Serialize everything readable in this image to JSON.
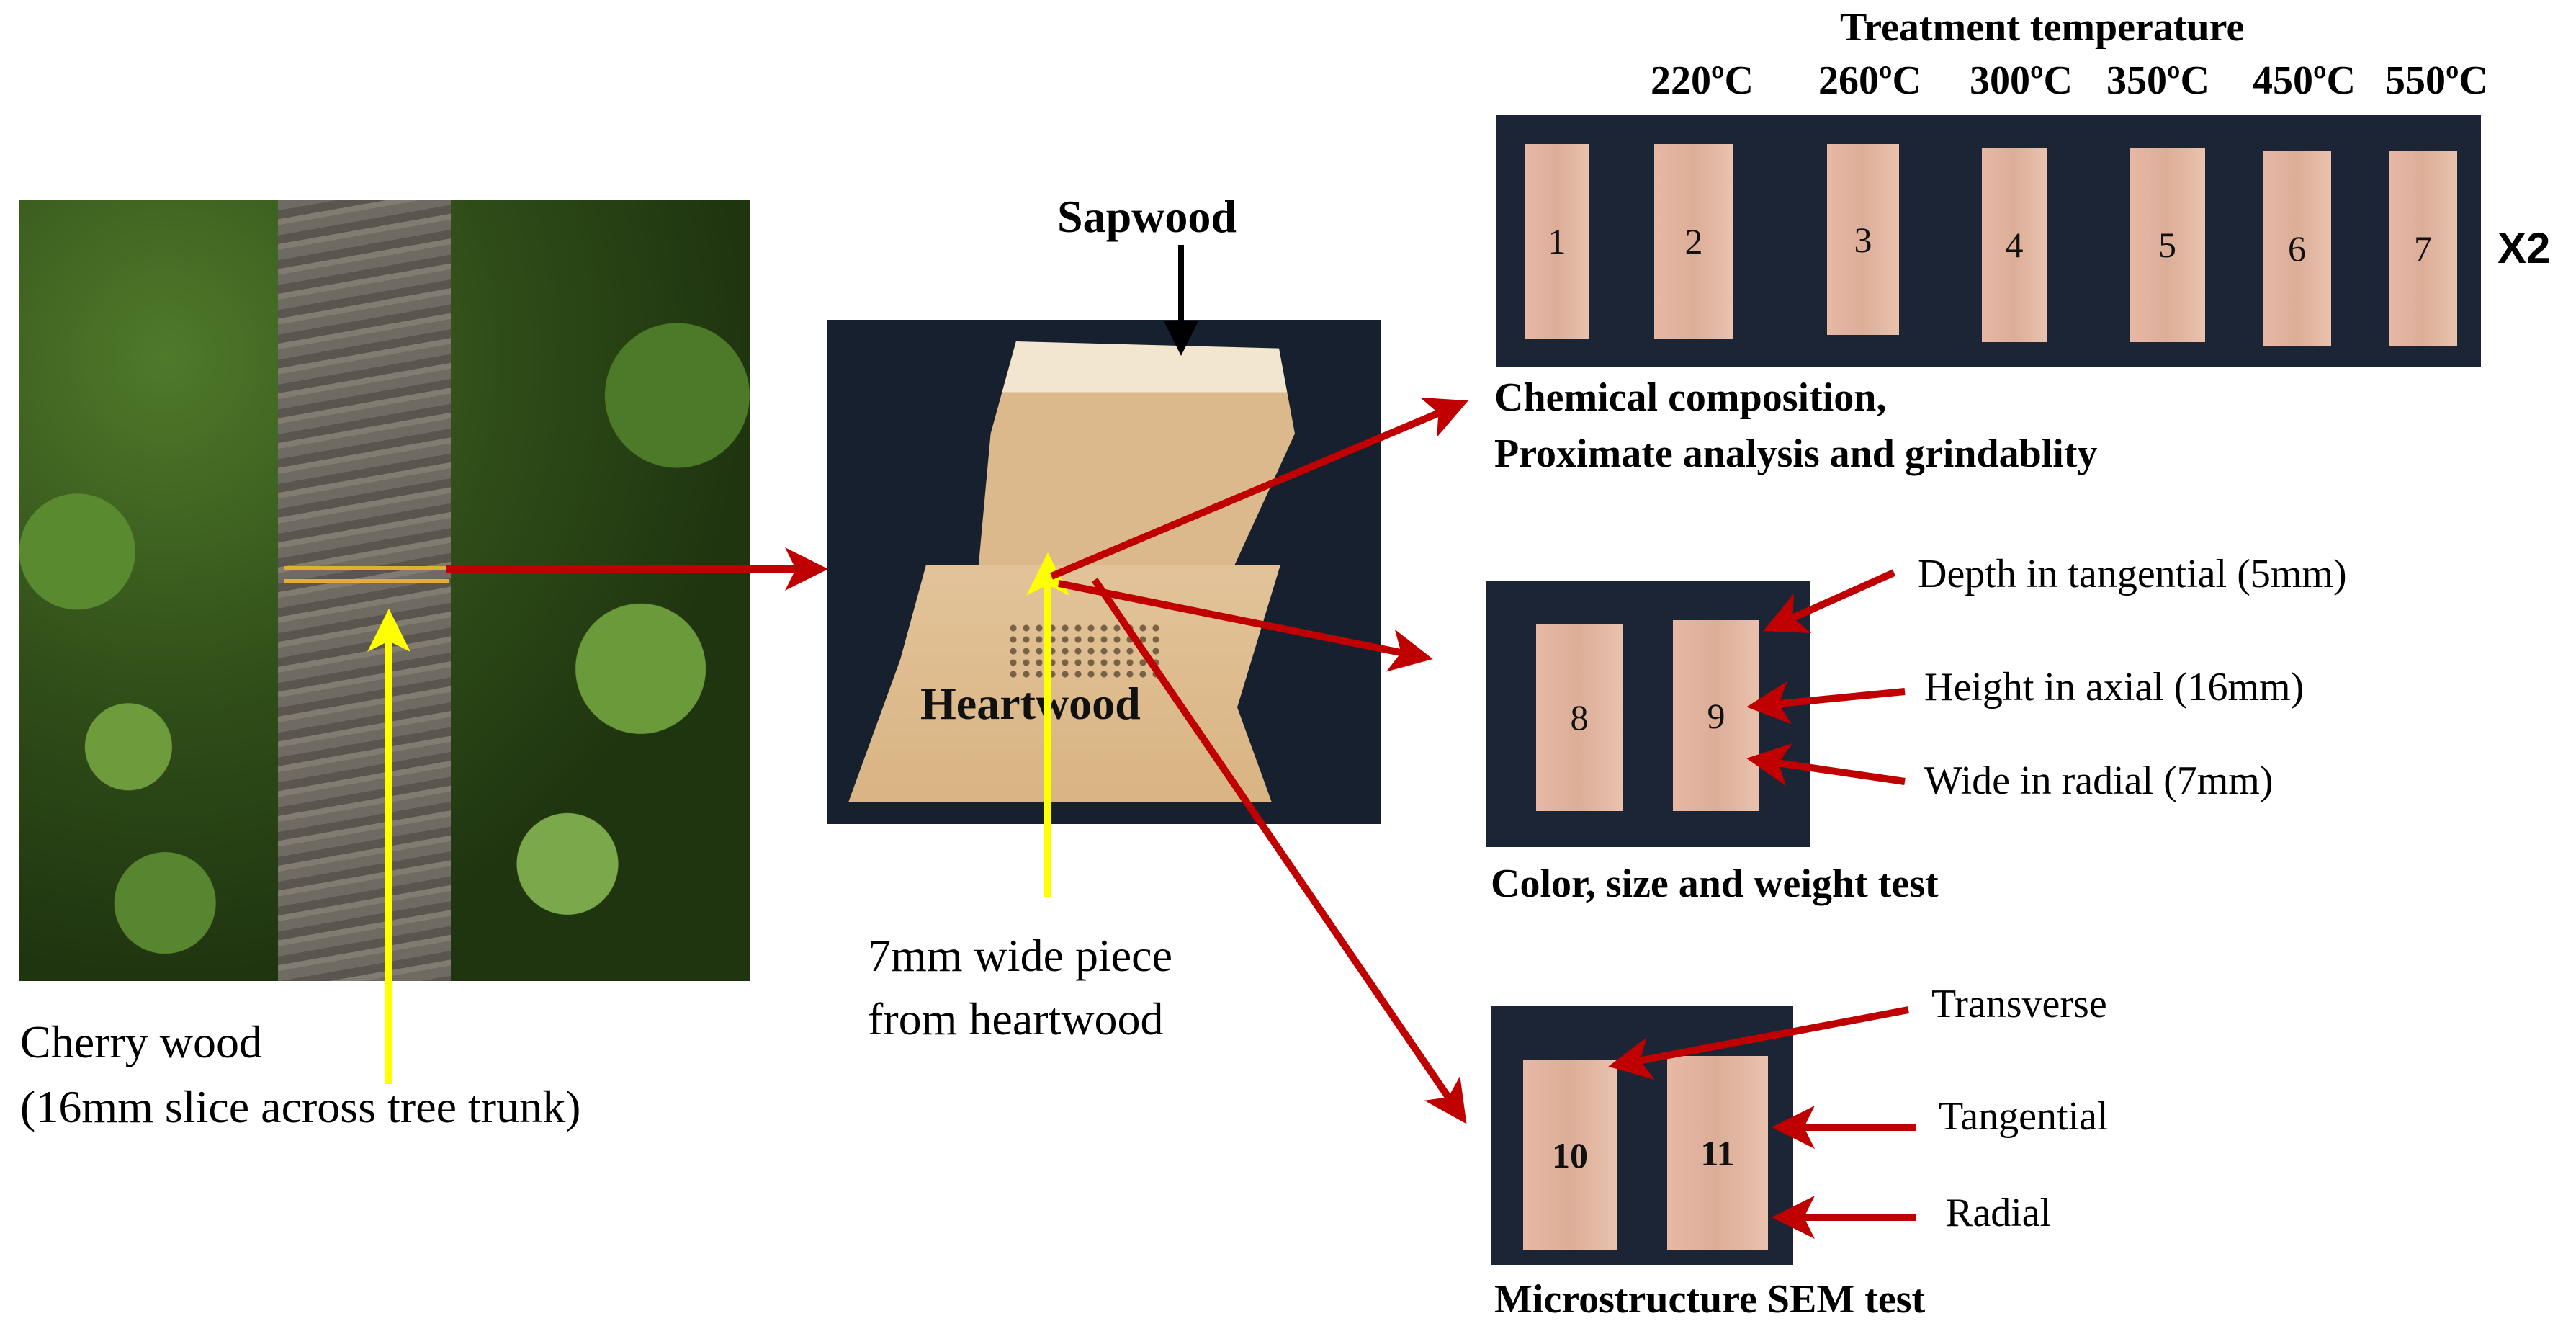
{
  "header": {
    "treatment_temperature": "Treatment temperature",
    "temps": [
      "220ºC",
      "260ºC",
      "300ºC",
      "350ºC",
      "450ºC",
      "550ºC"
    ]
  },
  "tree": {
    "caption_line1": "Cherry wood",
    "caption_line2": "(16mm slice across tree trunk)"
  },
  "wood": {
    "sapwood": "Sapwood",
    "heartwood": "Heartwood",
    "caption_line1": "7mm wide piece",
    "caption_line2": "from heartwood"
  },
  "row_samples": {
    "numbers": [
      "1",
      "2",
      "3",
      "4",
      "5",
      "6",
      "7"
    ],
    "multiplier": "X2",
    "caption_line1": "Chemical composition,",
    "caption_line2": "Proximate analysis and grindablity"
  },
  "size_samples": {
    "numbers": [
      "8",
      "9"
    ],
    "depth": "Depth in tangential (5mm)",
    "height": "Height in axial (16mm)",
    "wide": "Wide in radial (7mm)",
    "caption": "Color, size and weight test"
  },
  "sem_samples": {
    "numbers": [
      "10",
      "11"
    ],
    "transverse": "Transverse",
    "tangential": "Tangential",
    "radial": "Radial",
    "caption": "Microstructure SEM test"
  },
  "colors": {
    "red_arrow": "#c00000",
    "yellow_arrow": "#ffff00",
    "background": "#ffffff"
  }
}
